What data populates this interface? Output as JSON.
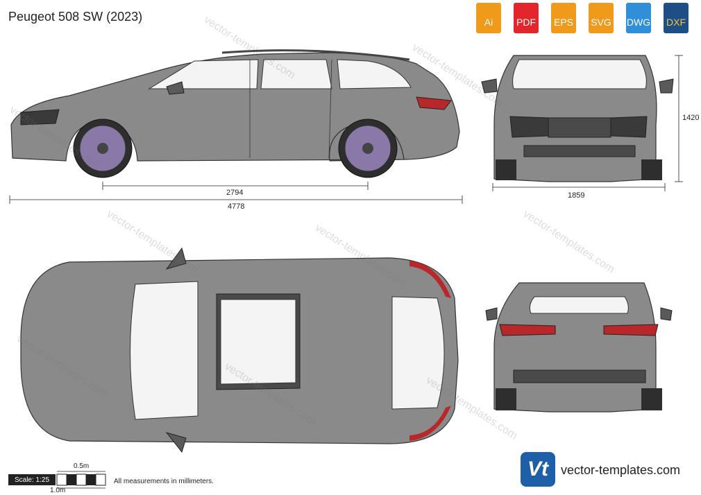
{
  "title": "Peugeot 508 SW (2023)",
  "formats": [
    {
      "label": "Ai",
      "color": "#f09a1c"
    },
    {
      "label": "PDF",
      "color": "#e2262b"
    },
    {
      "label": "EPS",
      "color": "#f09a1c"
    },
    {
      "label": "SVG",
      "color": "#f09a1c"
    },
    {
      "label": "DWG",
      "color": "#2f8fd8"
    },
    {
      "label": "DXF",
      "color": "#f09a1c"
    }
  ],
  "dimensions": {
    "wheelbase": "2794",
    "length": "4778",
    "height": "1420",
    "width": "1859"
  },
  "scale": {
    "label": "Scale: 1:25",
    "half_m": "0.5m",
    "one_m": "1.0m"
  },
  "note": "All measurements in millimeters.",
  "watermark": "vector-templates.com",
  "logo": {
    "letters": "Vt",
    "color": "#1e5fa8"
  },
  "site": "vector-templates.com",
  "colors": {
    "body": "#8a8a8a",
    "glass": "#f4f4f4",
    "trim": "#5a5a5a",
    "wheel": "#8a78a8",
    "tail": "#b8282a"
  }
}
